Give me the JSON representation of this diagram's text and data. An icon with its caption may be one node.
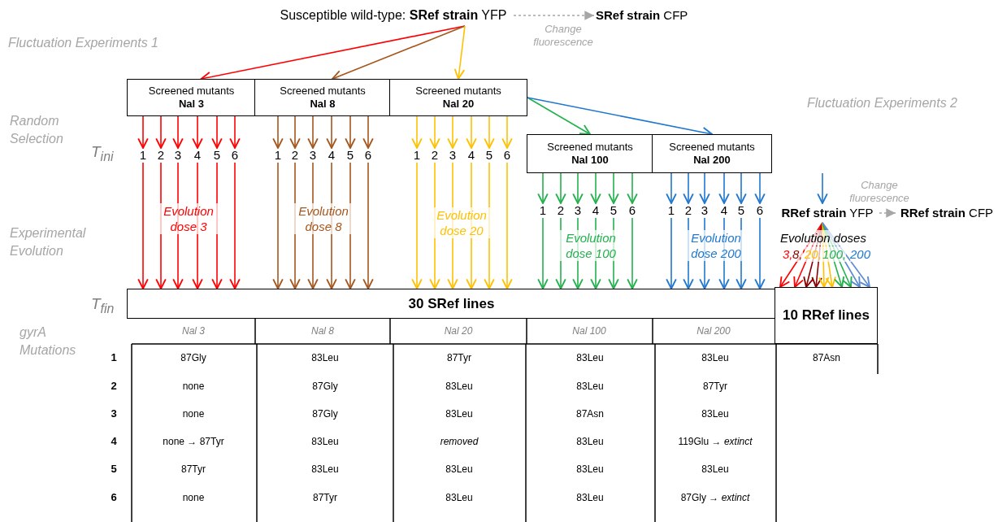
{
  "diagram": {
    "nodes": [
      {
        "text": [
          "Susceptible wild-type: **SRef strain** YFP"
        ]
      },
      {
        "text": [
          "**SRef strain** CFP"
        ]
      },
      {
        "text": [
          "Screened mutants",
          "Nal 3"
        ]
      },
      {
        "text": [
          "Screened mutants",
          "Nal 8"
        ]
      },
      {
        "text": [
          "Screened mutants",
          "Nal 20"
        ]
      },
      {
        "text": [
          "Screened mutants",
          "Nal 100"
        ]
      },
      {
        "text": [
          "Screened mutants",
          "Nal 200"
        ]
      },
      {
        "text": [
          "1"
        ]
      },
      {
        "text": [
          "2"
        ]
      },
      {
        "text": [
          "3"
        ]
      },
      {
        "text": [
          "4"
        ]
      },
      {
        "text": [
          "5"
        ]
      },
      {
        "text": [
          "6"
        ]
      },
      {
        "text": [
          "1"
        ]
      },
      {
        "text": [
          "2"
        ]
      },
      {
        "text": [
          "3"
        ]
      },
      {
        "text": [
          "4"
        ]
      },
      {
        "text": [
          "5"
        ]
      },
      {
        "text": [
          "6"
        ]
      },
      {
        "text": [
          "1"
        ]
      },
      {
        "text": [
          "2"
        ]
      },
      {
        "text": [
          "3"
        ]
      },
      {
        "text": [
          "4"
        ]
      },
      {
        "text": [
          "5"
        ]
      },
      {
        "text": [
          "6"
        ]
      },
      {
        "text": [
          "1"
        ]
      },
      {
        "text": [
          "2"
        ]
      },
      {
        "text": [
          "3"
        ]
      },
      {
        "text": [
          "4"
        ]
      },
      {
        "text": [
          "5"
        ]
      },
      {
        "text": [
          "6"
        ]
      },
      {
        "text": [
          "1"
        ]
      },
      {
        "text": [
          "2"
        ]
      },
      {
        "text": [
          "3"
        ]
      },
      {
        "text": [
          "4"
        ]
      },
      {
        "text": [
          "5"
        ]
      },
      {
        "text": [
          "6"
        ]
      },
      {
        "text": [
          "**RRef strain** YFP"
        ]
      },
      {
        "text": [
          "**RRef strain** CFP"
        ]
      },
      {
        "text": [
          "30 SRef lines"
        ]
      },
      {
        "text": [
          "10 RRef lines"
        ]
      }
    ],
    "edges": [
      {
        "from": 0,
        "to": 1,
        "arrow": "to",
        "style": "dashed",
        "color": "#a6a6a6",
        "label": "Change fluorescence"
      },
      {
        "from": 0,
        "to": 2,
        "arrow": "to",
        "color": "#ff0000"
      },
      {
        "from": 0,
        "to": 3,
        "arrow": "to",
        "color": "#a5561c"
      },
      {
        "from": 0,
        "to": 4,
        "arrow": "to",
        "color": "#ffc000"
      },
      {
        "from": 4,
        "to": 5,
        "arrow": "to",
        "color": "#22b14c"
      },
      {
        "from": 4,
        "to": 6,
        "arrow": "to",
        "color": "#1f77d0"
      },
      {
        "from": 2,
        "to": 7,
        "arrow": "to",
        "color": "#ff0000"
      },
      {
        "from": 2,
        "to": 8,
        "arrow": "to",
        "color": "#ff0000"
      },
      {
        "from": 2,
        "to": 9,
        "arrow": "to",
        "color": "#ff0000"
      },
      {
        "from": 2,
        "to": 10,
        "arrow": "to",
        "color": "#ff0000"
      },
      {
        "from": 2,
        "to": 11,
        "arrow": "to",
        "color": "#ff0000"
      },
      {
        "from": 2,
        "to": 12,
        "arrow": "to",
        "color": "#ff0000"
      },
      {
        "from": 3,
        "to": 13,
        "arrow": "to",
        "color": "#a5561c"
      },
      {
        "from": 3,
        "to": 14,
        "arrow": "to",
        "color": "#a5561c"
      },
      {
        "from": 3,
        "to": 15,
        "arrow": "to",
        "color": "#a5561c"
      },
      {
        "from": 3,
        "to": 16,
        "arrow": "to",
        "color": "#a5561c"
      },
      {
        "from": 3,
        "to": 17,
        "arrow": "to",
        "color": "#a5561c"
      },
      {
        "from": 3,
        "to": 18,
        "arrow": "to",
        "color": "#a5561c"
      },
      {
        "from": 4,
        "to": 19,
        "arrow": "to",
        "color": "#ffc000"
      },
      {
        "from": 4,
        "to": 20,
        "arrow": "to",
        "color": "#ffc000"
      },
      {
        "from": 4,
        "to": 21,
        "arrow": "to",
        "color": "#ffc000"
      },
      {
        "from": 4,
        "to": 22,
        "arrow": "to",
        "color": "#ffc000"
      },
      {
        "from": 4,
        "to": 23,
        "arrow": "to",
        "color": "#ffc000"
      },
      {
        "from": 4,
        "to": 24,
        "arrow": "to",
        "color": "#ffc000"
      },
      {
        "from": 5,
        "to": 25,
        "arrow": "to",
        "color": "#22b14c"
      },
      {
        "from": 5,
        "to": 26,
        "arrow": "to",
        "color": "#22b14c"
      },
      {
        "from": 5,
        "to": 27,
        "arrow": "to",
        "color": "#22b14c"
      },
      {
        "from": 5,
        "to": 28,
        "arrow": "to",
        "color": "#22b14c"
      },
      {
        "from": 5,
        "to": 29,
        "arrow": "to",
        "color": "#22b14c"
      },
      {
        "from": 5,
        "to": 30,
        "arrow": "to",
        "color": "#22b14c"
      },
      {
        "from": 6,
        "to": 31,
        "arrow": "to",
        "color": "#1f77d0"
      },
      {
        "from": 6,
        "to": 32,
        "arrow": "to",
        "color": "#1f77d0"
      },
      {
        "from": 6,
        "to": 33,
        "arrow": "to",
        "color": "#1f77d0"
      },
      {
        "from": 6,
        "to": 34,
        "arrow": "to",
        "color": "#1f77d0"
      },
      {
        "from": 6,
        "to": 35,
        "arrow": "to",
        "color": "#1f77d0"
      },
      {
        "from": 6,
        "to": 36,
        "arrow": "to",
        "color": "#1f77d0"
      },
      {
        "from": 7,
        "to": 39,
        "arrow": "to",
        "color": "#ff0000"
      },
      {
        "from": 8,
        "to": 39,
        "arrow": "to",
        "color": "#ff0000"
      },
      {
        "from": 9,
        "to": 39,
        "arrow": "to",
        "color": "#ff0000"
      },
      {
        "from": 10,
        "to": 39,
        "arrow": "to",
        "color": "#ff0000"
      },
      {
        "from": 11,
        "to": 39,
        "arrow": "to",
        "color": "#ff0000"
      },
      {
        "from": 12,
        "to": 39,
        "arrow": "to",
        "color": "#ff0000"
      },
      {
        "from": 13,
        "to": 39,
        "arrow": "to",
        "color": "#a5561c"
      },
      {
        "from": 14,
        "to": 39,
        "arrow": "to",
        "color": "#a5561c"
      },
      {
        "from": 15,
        "to": 39,
        "arrow": "to",
        "color": "#a5561c"
      },
      {
        "from": 16,
        "to": 39,
        "arrow": "to",
        "color": "#a5561c"
      },
      {
        "from": 17,
        "to": 39,
        "arrow": "to",
        "color": "#a5561c"
      },
      {
        "from": 18,
        "to": 39,
        "arrow": "to",
        "color": "#a5561c"
      },
      {
        "from": 19,
        "to": 39,
        "arrow": "to",
        "color": "#ffc000"
      },
      {
        "from": 20,
        "to": 39,
        "arrow": "to",
        "color": "#ffc000"
      },
      {
        "from": 21,
        "to": 39,
        "arrow": "to",
        "color": "#ffc000"
      },
      {
        "from": 22,
        "to": 39,
        "arrow": "to",
        "color": "#ffc000"
      },
      {
        "from": 23,
        "to": 39,
        "arrow": "to",
        "color": "#ffc000"
      },
      {
        "from": 24,
        "to": 39,
        "arrow": "to",
        "color": "#ffc000"
      },
      {
        "from": 25,
        "to": 39,
        "arrow": "to",
        "color": "#22b14c"
      },
      {
        "from": 26,
        "to": 39,
        "arrow": "to",
        "color": "#22b14c"
      },
      {
        "from": 27,
        "to": 39,
        "arrow": "to",
        "color": "#22b14c"
      },
      {
        "from": 28,
        "to": 39,
        "arrow": "to",
        "color": "#22b14c"
      },
      {
        "from": 29,
        "to": 39,
        "arrow": "to",
        "color": "#22b14c"
      },
      {
        "from": 30,
        "to": 39,
        "arrow": "to",
        "color": "#22b14c"
      },
      {
        "from": 31,
        "to": 39,
        "arrow": "to",
        "color": "#1f77d0"
      },
      {
        "from": 32,
        "to": 39,
        "arrow": "to",
        "color": "#1f77d0"
      },
      {
        "from": 33,
        "to": 39,
        "arrow": "to",
        "color": "#1f77d0"
      },
      {
        "from": 34,
        "to": 39,
        "arrow": "to",
        "color": "#1f77d0"
      },
      {
        "from": 35,
        "to": 39,
        "arrow": "to",
        "color": "#1f77d0"
      },
      {
        "from": 36,
        "to": 39,
        "arrow": "to",
        "color": "#1f77d0"
      },
      {
        "from": null,
        "to": 37,
        "arrow": "to",
        "color": "#1f77d0"
      },
      {
        "from": 37,
        "to": 38,
        "arrow": "to",
        "style": "dashed",
        "color": "#a6a6a6",
        "label": "Change fluorescence"
      },
      {
        "from": 37,
        "to": 40,
        "arrow": "to",
        "color": "#ff0000"
      },
      {
        "from": 37,
        "to": 40,
        "arrow": "to",
        "color": "#ff0000"
      },
      {
        "from": 37,
        "to": 40,
        "arrow": "to",
        "color": "#8b0000"
      },
      {
        "from": 37,
        "to": 40,
        "arrow": "to",
        "color": "#8b0000"
      },
      {
        "from": 37,
        "to": 40,
        "arrow": "to",
        "color": "#ffc000"
      },
      {
        "from": 37,
        "to": 40,
        "arrow": "to",
        "color": "#ffc000"
      },
      {
        "from": 37,
        "to": 40,
        "arrow": "to",
        "color": "#22b14c"
      },
      {
        "from": 37,
        "to": 40,
        "arrow": "to",
        "color": "#22b14c"
      },
      {
        "from": 37,
        "to": 40,
        "arrow": "to",
        "color": "#5b8bd0"
      },
      {
        "from": 37,
        "to": 40,
        "arrow": "to",
        "color": "#5b8bd0"
      }
    ],
    "labels": [
      "Fluctuation Experiments 1",
      "Fluctuation Experiments 2",
      "Random Selection",
      "T$_{ini}$",
      "Evolution dose 3",
      "Evolution dose 8",
      "Evolution dose 20",
      "Experimental Evolution",
      "Evolution dose 100",
      "Evolution dose 200",
      "Evolution doses",
      "3,",
      "8,",
      "20,",
      "100,",
      "200",
      "T$_{fin}$",
      "gyrA Mutations",
      "Nal 3",
      "Nal 8",
      "Nal 20",
      "Nal 100",
      "Nal 200",
      "1",
      "87Gly",
      "83Leu",
      "87Tyr",
      "83Leu",
      "83Leu",
      "87Asn",
      "2",
      "none",
      "87Gly",
      "83Leu",
      "83Leu",
      "87Tyr",
      "3",
      "none",
      "87Gly",
      "83Leu",
      "87Asn",
      "83Leu",
      "4",
      "none → 87Tyr",
      "83Leu",
      "removed",
      "83Leu",
      "119Glu → *extinct*",
      "5",
      "87Tyr",
      "83Leu",
      "83Leu",
      "83Leu",
      "83Leu",
      "6",
      "none",
      "87Tyr",
      "83Leu",
      "83Leu",
      "87Gly → *extinct*"
    ]
  }
}
